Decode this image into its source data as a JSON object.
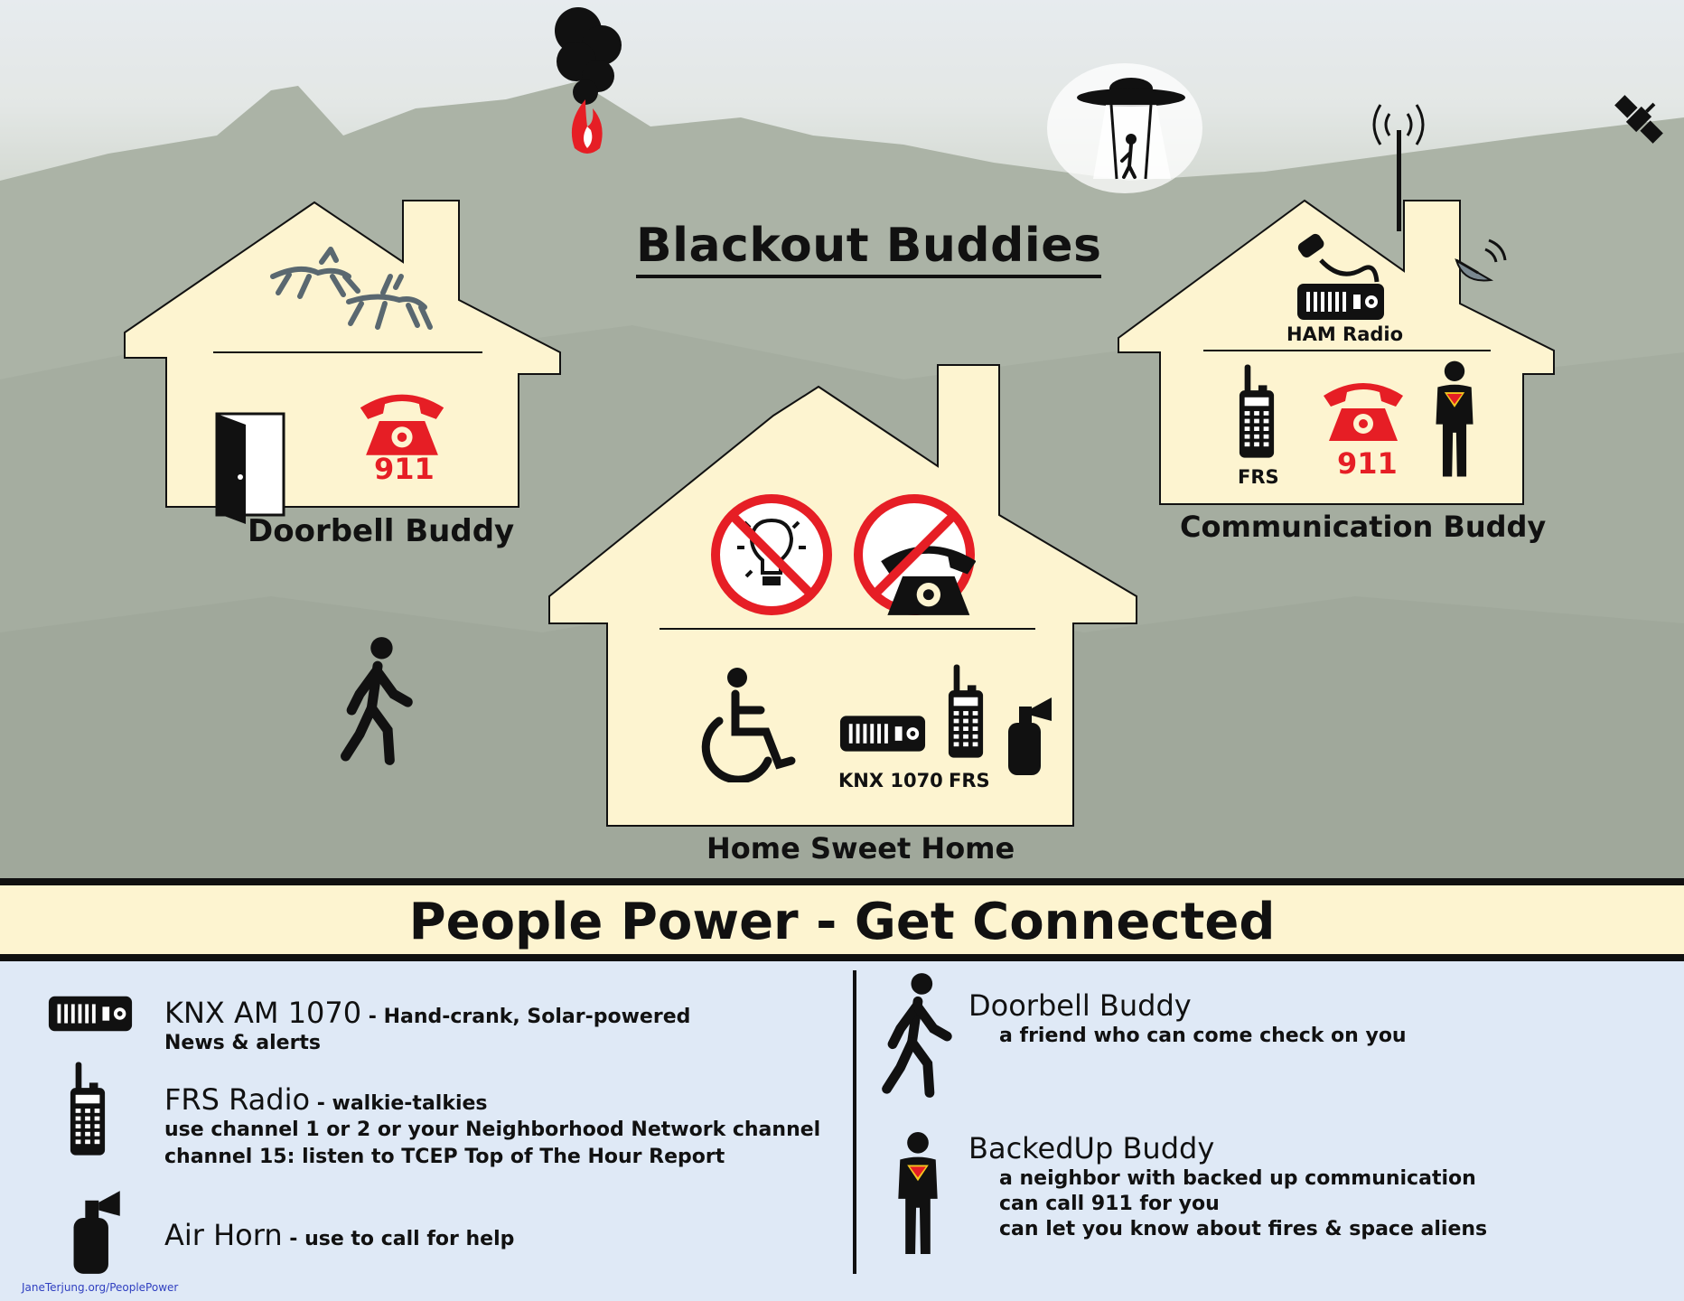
{
  "title": "Blackout Buddies",
  "houses": {
    "doorbell": {
      "label": "Doorbell Buddy",
      "phone_number": "911"
    },
    "home": {
      "label": "Home Sweet Home",
      "radio_label": "KNX 1070",
      "frs_label": "FRS"
    },
    "communication": {
      "label": "Communication Buddy",
      "ham_label": "HAM Radio",
      "frs_label": "FRS",
      "phone_number": "911"
    }
  },
  "banner": {
    "text": "People Power - Get Connected"
  },
  "legend": {
    "left": [
      {
        "icon": "radio-icon",
        "title": "KNX AM 1070",
        "subtitle": " - Hand-crank, Solar-powered",
        "lines": [
          "News & alerts"
        ]
      },
      {
        "icon": "walkie-talkie-icon",
        "title": "FRS Radio",
        "subtitle": " - walkie-talkies",
        "lines": [
          "use channel 1 or 2 or your Neighborhood Network channel",
          "channel 15: listen to TCEP Top of The Hour Report"
        ]
      },
      {
        "icon": "air-horn-icon",
        "title": "Air Horn",
        "subtitle": " - use to call for help",
        "lines": []
      }
    ],
    "right": [
      {
        "icon": "walking-person-icon",
        "title": "Doorbell Buddy",
        "lines": [
          "a friend who can come check on you"
        ]
      },
      {
        "icon": "superhero-icon",
        "title": "BackedUp Buddy",
        "lines": [
          "a neighbor with backed up communication",
          "can call 911 for you",
          "can let you know about fires & space aliens"
        ]
      }
    ]
  },
  "footer": "JaneTerjung.org/PeoplePower",
  "colors": {
    "house_fill": "#fdf4d0",
    "alert_red": "#e61e25",
    "banner_fill": "#fdf4d0",
    "legend_bg": "#dfe9f6"
  }
}
